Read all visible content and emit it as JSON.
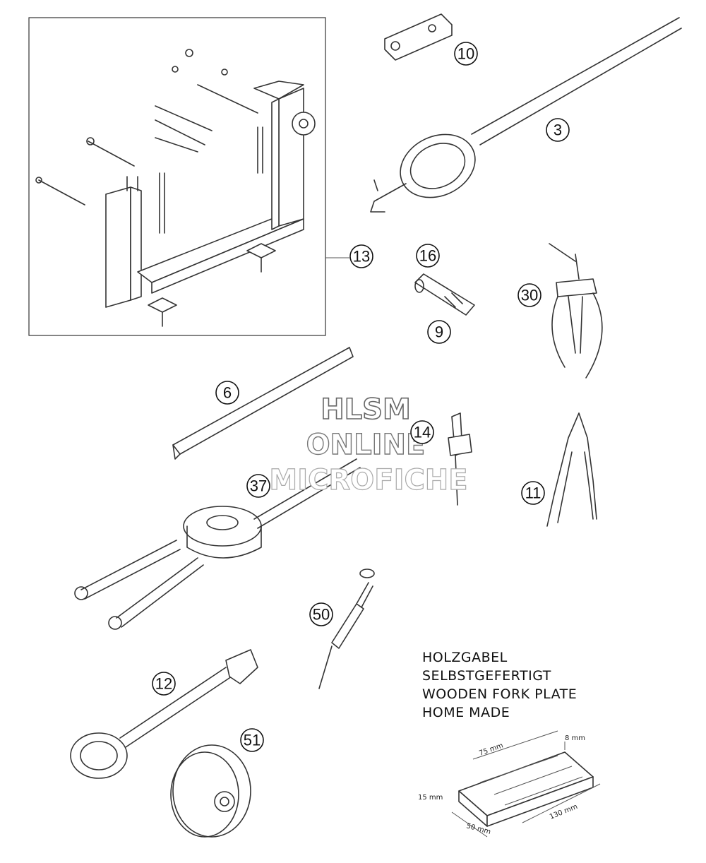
{
  "callouts": [
    {
      "id": "c10",
      "number": "10"
    },
    {
      "id": "c3",
      "number": "3"
    },
    {
      "id": "c13",
      "number": "13"
    },
    {
      "id": "c16",
      "number": "16"
    },
    {
      "id": "c9",
      "number": "9"
    },
    {
      "id": "c30",
      "number": "30"
    },
    {
      "id": "c6",
      "number": "6"
    },
    {
      "id": "c14",
      "number": "14"
    },
    {
      "id": "c37",
      "number": "37"
    },
    {
      "id": "c11",
      "number": "11"
    },
    {
      "id": "c50",
      "number": "50"
    },
    {
      "id": "c12",
      "number": "12"
    },
    {
      "id": "c51",
      "number": "51"
    }
  ],
  "watermark": {
    "line1": "HLSM",
    "line2": "ONLINE",
    "line3": "MICROFICHE"
  },
  "wooden_fork": {
    "lines": [
      "HOLZGABEL",
      "SELBSTGEFERTIGT",
      "WOODEN FORK PLATE",
      "HOME MADE"
    ],
    "dimensions": {
      "top_length": "75 mm",
      "thickness_top": "8 mm",
      "side_height": "15 mm",
      "width": "50 mm",
      "length": "130 mm"
    }
  }
}
